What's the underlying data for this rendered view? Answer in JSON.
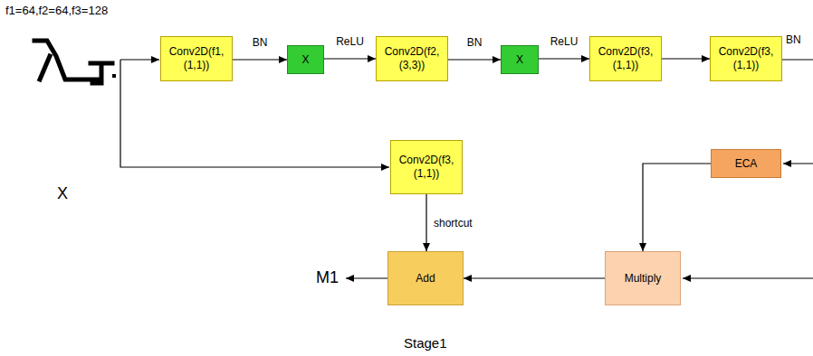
{
  "diagram": {
    "title": "f1=64,f2=64,f3=128",
    "nodes": [
      {
        "text": [
          "Conv2D(f1, (1,1))"
        ]
      },
      {
        "text": [
          "X"
        ]
      },
      {
        "text": [
          "Conv2D(f2, (3,3))"
        ]
      },
      {
        "text": [
          "X"
        ]
      },
      {
        "text": [
          "Conv2D(f3, (1,1))"
        ]
      },
      {
        "text": [
          "Conv2D(f3, (1,1))"
        ]
      },
      {
        "text": [
          "Conv2D(f3, (1,1))"
        ]
      },
      {
        "text": [
          "ECA"
        ]
      },
      {
        "text": [
          "Multiply"
        ]
      },
      {
        "text": [
          "Add"
        ]
      }
    ],
    "edges": [
      {
        "from": 0,
        "to": 1,
        "arrow": "to",
        "label": "BN"
      },
      {
        "from": 1,
        "to": 2,
        "arrow": "to",
        "label": "ReLU"
      },
      {
        "from": 2,
        "to": 3,
        "arrow": "to",
        "label": "BN"
      },
      {
        "from": 3,
        "to": 4,
        "arrow": "to",
        "label": "ReLU"
      },
      {
        "from": 4,
        "to": 5,
        "arrow": "to"
      },
      {
        "from": 6,
        "to": 9,
        "arrow": "to",
        "label": "shortcut"
      },
      {
        "from": 7,
        "to": 8,
        "arrow": "to"
      },
      {
        "from": 8,
        "to": 9,
        "arrow": "to"
      }
    ],
    "labels": [
      "BN",
      "X",
      "M1",
      "Stage1"
    ]
  }
}
